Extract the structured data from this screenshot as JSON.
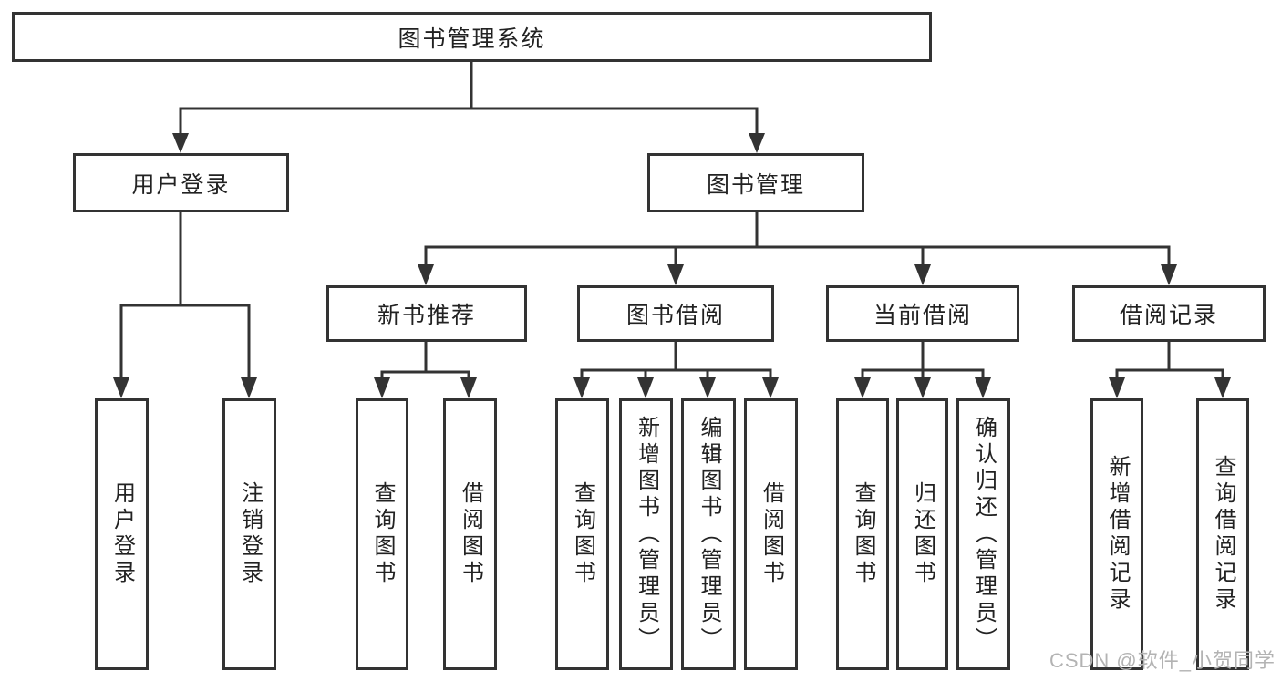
{
  "diagram": {
    "root": {
      "label": "图书管理系统"
    },
    "branches": [
      {
        "label": "用户登录",
        "children": [
          {
            "label": "用户登录"
          },
          {
            "label": "注销登录"
          }
        ]
      },
      {
        "label": "图书管理",
        "children": [
          {
            "label": "新书推荐",
            "children": [
              {
                "label": "查询图书"
              },
              {
                "label": "借阅图书"
              }
            ]
          },
          {
            "label": "图书借阅",
            "children": [
              {
                "label": "查询图书"
              },
              {
                "label": "新增图书（管理员）"
              },
              {
                "label": "编辑图书（管理员）"
              },
              {
                "label": "借阅图书"
              }
            ]
          },
          {
            "label": "当前借阅",
            "children": [
              {
                "label": "查询图书"
              },
              {
                "label": "归还图书"
              },
              {
                "label": "确认归还（管理员）"
              }
            ]
          },
          {
            "label": "借阅记录",
            "children": [
              {
                "label": "新增借阅记录"
              },
              {
                "label": "查询借阅记录"
              }
            ]
          }
        ]
      }
    ]
  },
  "watermark": {
    "text": "CSDN @软件_小贺同学"
  },
  "colors": {
    "line": "#333333",
    "text": "#222222",
    "watermark": "#b3b3b3",
    "background": "#ffffff"
  }
}
